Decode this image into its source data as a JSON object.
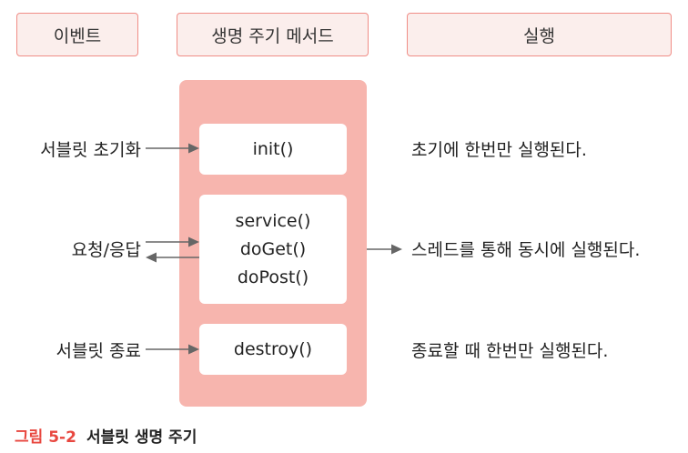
{
  "headers": {
    "event": "이벤트",
    "lifecycle": "생명 주기 메서드",
    "execution": "실행"
  },
  "events": {
    "init": "서블릿 초기화",
    "request": "요청/응답",
    "end": "서블릿 종료"
  },
  "methods": {
    "init": "init()",
    "service": "service()",
    "doGet": "doGet()",
    "doPost": "doPost()",
    "destroy": "destroy()"
  },
  "executions": {
    "init": "초기에 한번만 실행된다.",
    "request": "스레드를 통해 동시에 실행된다.",
    "end": "종료할 때 한번만 실행된다."
  },
  "caption": {
    "number": "그림 5-2",
    "title": "서블릿 생명 주기"
  },
  "colors": {
    "accent": "#e8473f",
    "header_border": "#f08d86",
    "header_fill": "#fbeeec",
    "panel": "#f7b5ae",
    "arrow": "#666666"
  }
}
